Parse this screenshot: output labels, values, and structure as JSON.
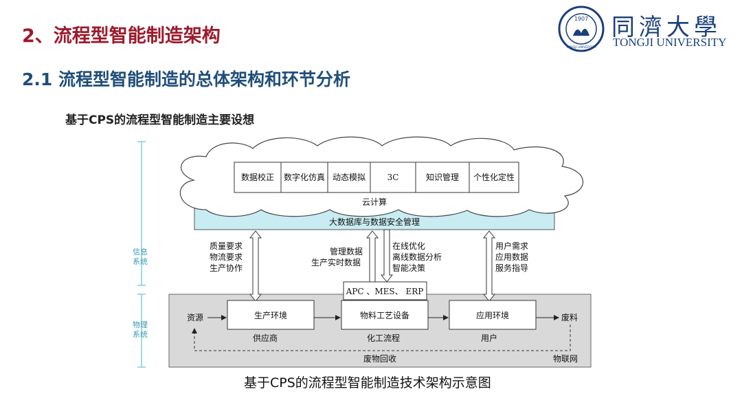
{
  "slide": {
    "title": "2、流程型智能制造架构",
    "subtitle": "2.1 流程型智能制造的总体架构和环节分析",
    "caption": "基于CPS的流程型智能制造主要设想",
    "figure_caption": "基于CPS的流程型智能制造技术架构示意图"
  },
  "logo": {
    "seal_year": "1907",
    "seal_text": "TONGJI UNIVERSITY",
    "name_cn": "同濟大學",
    "name_en": "TONGJI UNIVERSITY",
    "color": "#1a3f7a"
  },
  "diagram": {
    "cloud": {
      "modules": [
        "数据校正",
        "数字化仿真",
        "动态模拟",
        "3C",
        "知识管理",
        "个性化定性"
      ],
      "label": "云计算"
    },
    "bigdata_label": "大数据库与数据安全管理",
    "left_labels": {
      "info_system": "信息系统",
      "physical_system": "物理系统"
    },
    "arrow_texts": {
      "left": [
        "质量要求",
        "物流要求",
        "生产协作"
      ],
      "mid_left": [
        "管理数据",
        "生产实时数据"
      ],
      "mid_right": [
        "在线优化",
        "离线数据分析",
        "智能决策"
      ],
      "right": [
        "用户需求",
        "应用数据",
        "服务指导"
      ]
    },
    "apc_box": "APC 、MES、 ERP",
    "physical": {
      "source": "资源",
      "boxes": [
        "生产环境",
        "物料工艺设备",
        "应用环境"
      ],
      "box_sublabels": [
        "供应商",
        "化工流程",
        "用户"
      ],
      "output": "废料",
      "recycle": "废物回收",
      "iot": "物联网"
    },
    "colors": {
      "bigdata_band": "#c8ecf2",
      "physical_bg": "#d9d9d9",
      "cloud": "#ffffff",
      "side_bracket": "#7fcfe0"
    }
  }
}
